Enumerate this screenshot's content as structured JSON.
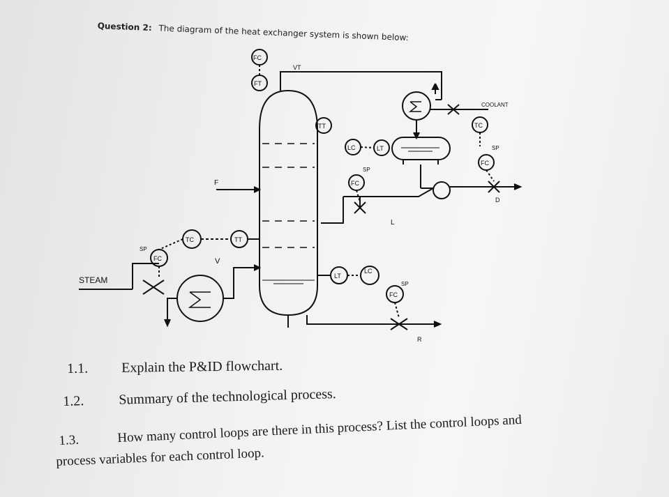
{
  "header": {
    "question_label": "Question 2:",
    "question_text": "The diagram of the heat exchanger system is shown below:"
  },
  "diagram": {
    "labels": {
      "fc_top": "FC",
      "ft": "FT",
      "vt": "VT",
      "tt_top": "TT",
      "coolant": "COOLANT",
      "tc": "TC",
      "sp_right": "SP",
      "fc_right": "FC",
      "lc_top": "LC",
      "lt_top": "LT",
      "sp_mid": "SP",
      "fc_mid": "FC",
      "d": "D",
      "l": "L",
      "f": "F",
      "tc_left": "TC",
      "tt_left": "TT",
      "sp_left": "SP",
      "fc_left": "FC",
      "v": "V",
      "steam": "STEAM",
      "lt_bottom": "LT",
      "lc_bottom": "LC",
      "sp_bottom": "SP",
      "fc_bottom": "FC",
      "r": "R"
    }
  },
  "questions": [
    {
      "num": "1.1.",
      "text": "Explain the P&ID flowchart."
    },
    {
      "num": "1.2.",
      "text": "Summary of the technological process."
    },
    {
      "num": "1.3.",
      "text": "How many control loops are there in this process? List the control loops and"
    }
  ],
  "continuation": "process variables for each control loop."
}
